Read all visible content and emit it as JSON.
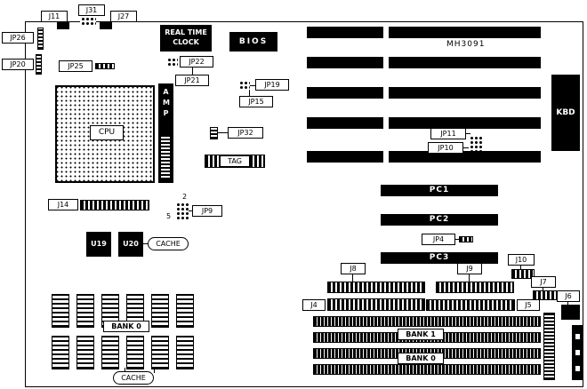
{
  "diagram": {
    "part_number": "MH3091",
    "connectors": {
      "j11": "J11",
      "j31": "J31",
      "j27": "J27",
      "jp26": "JP26",
      "jp20": "JP20",
      "jp25": "JP25",
      "jp22": "JP22",
      "jp21": "JP21",
      "jp19": "JP19",
      "jp15": "JP15",
      "jp32": "JP32",
      "jp11": "JP11",
      "jp10": "JP10",
      "jp4": "JP4",
      "jp9": "JP9",
      "jp9_pin_top": "2",
      "jp9_pin_bottom": "5",
      "j14": "J14",
      "j8": "J8",
      "j9": "J9",
      "j10": "J10",
      "j7": "J7",
      "j6": "J6",
      "j4": "J4",
      "j5": "J5"
    },
    "components": {
      "rtc_line1": "REAL TIME",
      "rtc_line2": "CLOCK",
      "bios": "BIOS",
      "cpu": "CPU",
      "amp": "AMP",
      "tag": "TAG",
      "kbd": "KBD",
      "u19": "U19",
      "u20": "U20",
      "cache_sram": "CACHE",
      "cache_bottom": "CACHE",
      "pc1": "PC1",
      "pc2": "PC2",
      "pc3": "PC3",
      "bank0_cache": "BANK 0",
      "bank1_simm": "BANK 1",
      "bank0_simm": "BANK 0"
    }
  }
}
